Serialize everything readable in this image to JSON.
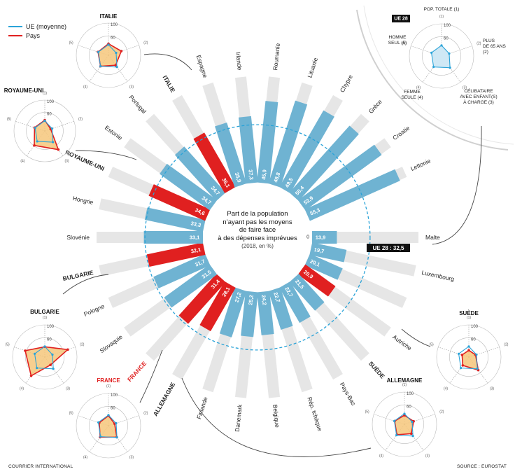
{
  "legend": [
    {
      "label": "UE (moyenne)",
      "color": "#2aa3d8"
    },
    {
      "label": "Pays",
      "color": "#e02020"
    }
  ],
  "center": {
    "title_lines": [
      "Part de la population",
      "n’ayant pas les moyens",
      "de faire face",
      "à des dépenses imprévues"
    ],
    "subtitle": "(2018, en %)"
  },
  "eu_average_label": "UE 28 : 32,5",
  "credits": {
    "left": "COURRIER INTERNATIONAL",
    "right": "SOURCE : EUROSTAT"
  },
  "colors": {
    "eu": "#6fb3d2",
    "highlight": "#e02020",
    "radar_fill": "#f6c77b",
    "eu_line": "#2aa3d8",
    "radial_bg": "#e6e6e6"
  },
  "chart_data": {
    "type": "bar",
    "layout": "radial",
    "zero_label": "0",
    "countries": [
      {
        "name": "Malte",
        "value": 13.9,
        "label": "13,9",
        "highlight": false
      },
      {
        "name": "Luxembourg",
        "value": 19.7,
        "label": "19,7",
        "highlight": false
      },
      {
        "name": "",
        "value": 20.1,
        "label": "20,1",
        "highlight": false
      },
      {
        "name": "Autriche",
        "value": 20.9,
        "label": "20,9",
        "highlight": true
      },
      {
        "name": "SUÈDE",
        "value": 21.5,
        "label": "21,5",
        "highlight": false,
        "emphasis": true
      },
      {
        "name": "Pays-Bas",
        "value": 22.7,
        "label": "22,7",
        "highlight": false
      },
      {
        "name": "Rép. tchèque",
        "value": 22.7,
        "label": "22,7",
        "highlight": false
      },
      {
        "name": "Belgique",
        "value": 24.2,
        "label": "24,2",
        "highlight": false
      },
      {
        "name": "Danemark",
        "value": 25.2,
        "label": "25,2",
        "highlight": false
      },
      {
        "name": "Finlande",
        "value": 27.2,
        "label": "27,2",
        "highlight": false
      },
      {
        "name": "ALLEMAGNE",
        "value": 28.1,
        "label": "28,1",
        "highlight": true,
        "emphasis": true
      },
      {
        "name": "FRANCE",
        "value": 31.4,
        "label": "31,4",
        "highlight": true,
        "emphasis": true,
        "red_label": true
      },
      {
        "name": "Slovaquie",
        "value": 31.5,
        "label": "31,5",
        "highlight": false
      },
      {
        "name": "Pologne",
        "value": 31.7,
        "label": "31,7",
        "highlight": false
      },
      {
        "name": "BULGARIE",
        "value": 32.1,
        "label": "32,1",
        "highlight": true,
        "emphasis": true
      },
      {
        "name": "Slovénie",
        "value": 33.1,
        "label": "33,1",
        "highlight": false
      },
      {
        "name": "Hongrie",
        "value": 33.3,
        "label": "33,3",
        "highlight": false
      },
      {
        "name": "ROYAUME-UNI",
        "value": 34.6,
        "label": "34,6",
        "highlight": true,
        "emphasis": true
      },
      {
        "name": "Estonie",
        "value": 34.7,
        "label": "34,7",
        "highlight": false
      },
      {
        "name": "Portugal",
        "value": 34.7,
        "label": "34,7",
        "highlight": false
      },
      {
        "name": "ITALIE",
        "value": 35.1,
        "label": "35,1",
        "highlight": true,
        "emphasis": true
      },
      {
        "name": "Espagne",
        "value": 35.9,
        "label": "35,9",
        "highlight": false
      },
      {
        "name": "Irlande",
        "value": 37.3,
        "label": "37,3",
        "highlight": false
      },
      {
        "name": "Roumanie",
        "value": 45.9,
        "label": "45,9",
        "highlight": false
      },
      {
        "name": "Lituanie",
        "value": 48.8,
        "label": "48,8",
        "highlight": false
      },
      {
        "name": "Chypre",
        "value": 49.5,
        "label": "49,5",
        "highlight": false
      },
      {
        "name": "Grèce",
        "value": 50.4,
        "label": "50,4",
        "highlight": false
      },
      {
        "name": "Croatie",
        "value": 52.9,
        "label": "52,9",
        "highlight": false
      },
      {
        "name": "Lettonie",
        "value": 55.3,
        "label": "55,3",
        "highlight": false
      }
    ],
    "eu_average": 32.5,
    "radar_axes_labels": [
      "(1)",
      "(2)",
      "(3)",
      "(4)",
      "(5)"
    ],
    "radar_ticks": [
      "100",
      "60"
    ],
    "radar_center_label": "0",
    "radars": [
      {
        "name": "ITALIE",
        "country": [
          36,
          42,
          38,
          42,
          34
        ],
        "eu": [
          33,
          25,
          45,
          42,
          33
        ]
      },
      {
        "name": "ROYAUME-UNI",
        "country": [
          35,
          20,
          75,
          58,
          35
        ],
        "eu": [
          33,
          25,
          45,
          42,
          33
        ]
      },
      {
        "name": "BULGARIE",
        "country": [
          32,
          75,
          30,
          72,
          64
        ],
        "eu": [
          33,
          25,
          45,
          42,
          33
        ]
      },
      {
        "name": "FRANCE",
        "country": [
          31,
          20,
          44,
          44,
          30
        ],
        "eu": [
          33,
          25,
          45,
          42,
          33
        ]
      },
      {
        "name": "ALLEMAGNE",
        "country": [
          28,
          30,
          36,
          40,
          32
        ],
        "eu": [
          33,
          25,
          45,
          42,
          33
        ]
      },
      {
        "name": "SUÈDE",
        "country": [
          21,
          22,
          50,
          32,
          22
        ],
        "eu": [
          33,
          25,
          45,
          42,
          33
        ]
      }
    ],
    "eu_radar": {
      "badge": "UE 28",
      "axis_labels": [
        [
          "POP. TOTALE (1)"
        ],
        [
          "PLUS",
          "DE 65 ANS",
          "(2)"
        ],
        [
          "CÉLIBATAIRE",
          "AVEC ENFANT(S)",
          "À CHARGE (3)"
        ],
        [
          "FEMME",
          "SEULE (4)"
        ],
        [
          "HOMME",
          "SEUL (5)"
        ]
      ],
      "values": [
        33,
        25,
        45,
        42,
        33
      ]
    }
  }
}
